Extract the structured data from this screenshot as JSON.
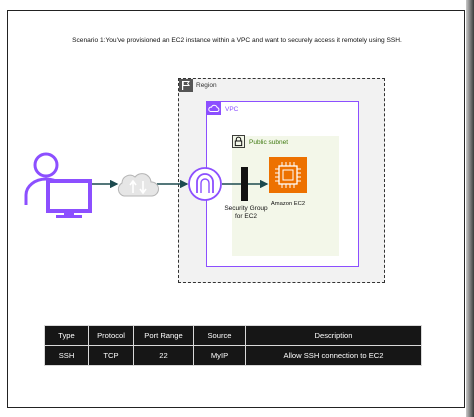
{
  "scenario_text": "Scenario 1:You've provisioned an EC2 instance within a VPC and want to securely access it remotely using SSH.",
  "diagram": {
    "region_label": "Region",
    "vpc_label": "VPC",
    "subnet_label": "Public subnet",
    "security_group_label_line1": "Security Group",
    "security_group_label_line2": "for EC2",
    "ec2_label": "Amazon EC2"
  },
  "icons": {
    "user": "user-with-laptop-icon",
    "internet": "cloud-internet-icon",
    "gateway": "internet-gateway-icon",
    "region": "region-flag-icon",
    "vpc": "vpc-cloud-icon",
    "subnet": "padlock-icon",
    "security_group": "security-group-bar-icon",
    "ec2": "ec2-chip-icon"
  },
  "colors": {
    "purple": "#8c4fff",
    "teal_arrow": "#1c4a4f",
    "ec2_orange": "#ed7100",
    "subnet_green": "#3f7a11",
    "table_bg": "#161616"
  },
  "table": {
    "headers": [
      "Type",
      "Protocol",
      "Port Range",
      "Source",
      "Description"
    ],
    "rows": [
      [
        "SSH",
        "TCP",
        "22",
        "MyIP",
        "Allow SSH connection to EC2"
      ]
    ]
  }
}
